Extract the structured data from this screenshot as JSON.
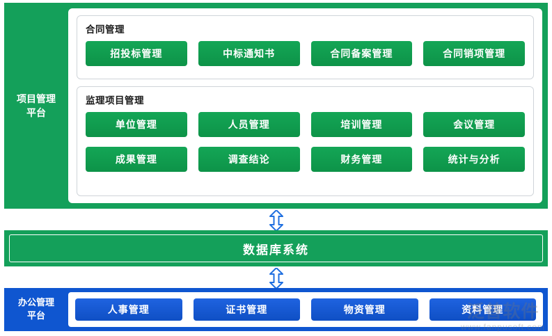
{
  "diagram": {
    "top_platform": {
      "label": "项目管理\n平台",
      "label_line1": "项目管理",
      "label_line2": "平台",
      "groups": [
        {
          "title": "合同管理",
          "rows": [
            [
              "招投标管理",
              "中标通知书",
              "合同备案管理",
              "合同销项管理"
            ]
          ]
        },
        {
          "title": "监理项目管理",
          "rows": [
            [
              "单位管理",
              "人员管理",
              "培训管理",
              "会议管理"
            ],
            [
              "成果管理",
              "调查结论",
              "财务管理",
              "统计与分析"
            ]
          ]
        }
      ]
    },
    "database_band": {
      "label": "数据库系统"
    },
    "bottom_platform": {
      "label_line1": "办公管理",
      "label_line2": "平台",
      "buttons": [
        "人事管理",
        "证书管理",
        "物资管理",
        "资料管理"
      ]
    },
    "connectors": [
      {
        "name": "double-arrow-top",
        "direction": "up-down"
      },
      {
        "name": "double-arrow-bottom",
        "direction": "up-down"
      }
    ],
    "watermark": {
      "main": "泛普软件",
      "sub": "www.fanpusoft.com"
    },
    "colors": {
      "green": "#14a05a",
      "green_button": "#0d9348",
      "blue": "#0f56d0",
      "blue_button": "#1558d6",
      "arrow": "#1f6fe0",
      "panel": "#ffffff"
    }
  }
}
